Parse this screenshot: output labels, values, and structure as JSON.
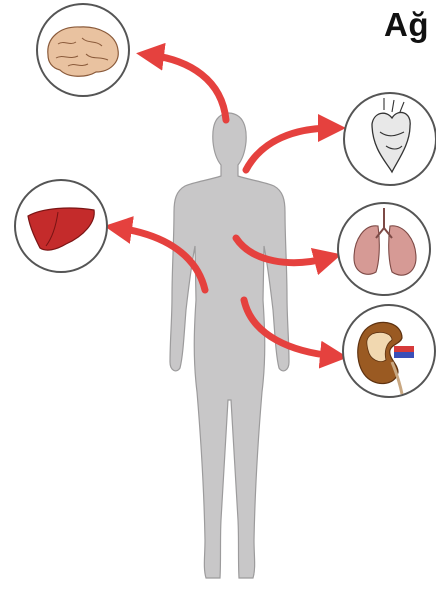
{
  "title": "Ağ",
  "colors": {
    "body": "#c8c7c8",
    "arrow": "#e5413e",
    "arrow_dark": "#b52a28",
    "circle_stroke": "#555555",
    "liver": "#c42b2b",
    "kidney": "#9a5a22",
    "lungs": "#d69a95",
    "brain": "#e9c2a0",
    "heart": "#444444"
  },
  "organs": [
    {
      "name": "brain",
      "icon": "brain-icon"
    },
    {
      "name": "heart",
      "icon": "heart-icon"
    },
    {
      "name": "liver",
      "icon": "liver-icon"
    },
    {
      "name": "lungs",
      "icon": "lungs-icon"
    },
    {
      "name": "kidney",
      "icon": "kidney-icon"
    }
  ]
}
